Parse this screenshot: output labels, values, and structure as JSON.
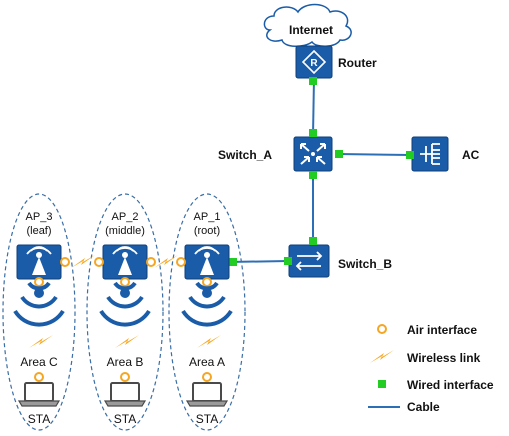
{
  "network": {
    "internet_label": "Internet",
    "router_label": "Router",
    "switch_a_label": "Switch_A",
    "ac_label": "AC",
    "switch_b_label": "Switch_B",
    "aps": [
      {
        "name": "AP_3",
        "role": "(leaf)",
        "area": "Area C",
        "sta": "STA"
      },
      {
        "name": "AP_2",
        "role": "(middle)",
        "area": "Area B",
        "sta": "STA"
      },
      {
        "name": "AP_1",
        "role": "(root)",
        "area": "Area A",
        "sta": "STA"
      }
    ]
  },
  "legend": {
    "air_interface": "Air interface",
    "wireless_link": "Wireless link",
    "wired_interface": "Wired interface",
    "cable": "Cable"
  },
  "colors": {
    "device_blue": "#1a5ca8",
    "cable_blue": "#2d6fb6",
    "air_orange": "#f5a623",
    "wired_green": "#22cc22",
    "lightning": "#f7a823",
    "ellipse_dash": "#3a6ea5"
  },
  "icons": [
    "cloud-icon",
    "router-icon",
    "core-switch-icon",
    "ac-icon",
    "switch-icon",
    "ap-icon",
    "signal-icon",
    "lightning-icon",
    "laptop-icon"
  ]
}
